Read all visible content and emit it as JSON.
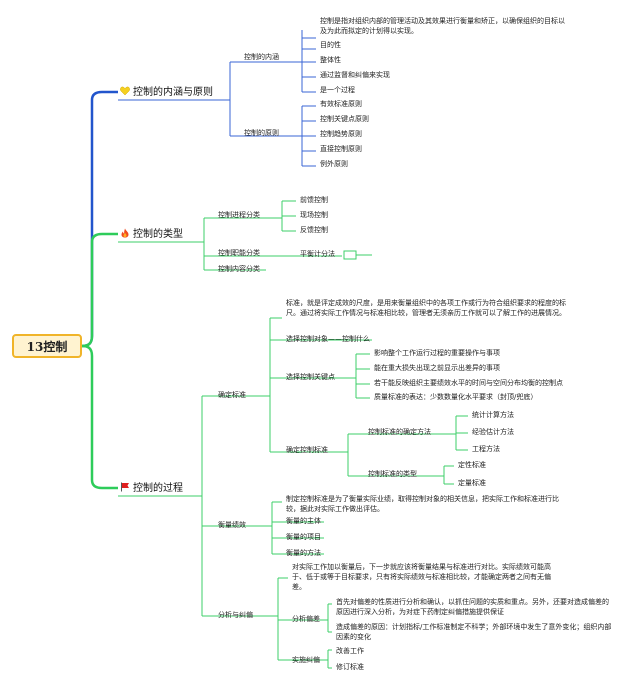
{
  "root": "13控制",
  "branches": [
    {
      "title": "控制的内涵与原则",
      "icon": "yellow-heart-icon",
      "color": "#2255cc",
      "children": [
        {
          "label": "控制的内涵",
          "items": [
            "控制是指对组织内部的管理活动及其效果进行衡量和矫正，以确保组织的目标以及为此而拟定的计划得以实现。",
            "目的性",
            "整体性",
            "通过监督和纠偏来实现",
            "是一个过程"
          ]
        },
        {
          "label": "控制的原则",
          "items": [
            "有效标准原则",
            "控制关键点原则",
            "控制趋势原则",
            "直接控制原则",
            "例外原则"
          ]
        }
      ]
    },
    {
      "title": "控制的类型",
      "icon": "fire-icon",
      "color": "#2ecc5a",
      "children": [
        {
          "label": "控制进程分类",
          "items": [
            "前馈控制",
            "现场控制",
            "反馈控制"
          ]
        },
        {
          "label": "控制职能分类",
          "items": [
            "平衡计分法"
          ]
        },
        {
          "label": "控制内容分类",
          "items": []
        }
      ]
    },
    {
      "title": "控制的过程",
      "icon": "red-flag-icon",
      "color": "#2ecc5a",
      "children": [
        {
          "label": "确定标准",
          "items": [
            {
              "text": "标准，就是评定成效的尺度，是用来衡量组织中的各项工作或行为符合组织要求的程度的标尺。通过将实际工作情况与标准相比较，管理者无须亲历工作就可以了解工作的进展情况。"
            },
            {
              "text": "选择控制对象——控制什么"
            },
            {
              "text": "选择控制关键点",
              "items": [
                "影响整个工作运行过程的重要操作与事项",
                "能在重大损失出现之前显示出差异的事项",
                "若干能反映组织主要绩效水平的时间与空间分布均衡的控制点",
                "质量标准的表达：少数数量化水平要求（封顶/兜底）"
              ]
            },
            {
              "text": "确定控制标准",
              "groups": [
                {
                  "label": "控制标准的确定方法",
                  "items": [
                    "统计计算方法",
                    "经验估计方法",
                    "工程方法"
                  ]
                },
                {
                  "label": "控制标准的类型",
                  "items": [
                    "定性标准",
                    "定量标准"
                  ]
                }
              ]
            }
          ]
        },
        {
          "label": "衡量绩效",
          "items": [
            "制定控制标准是为了衡量实际业绩，取得控制对象的相关信息，把实际工作和标准进行比较，据此对实际工作做出评估。",
            "衡量的主体",
            "衡量的项目",
            "衡量的方法"
          ]
        },
        {
          "label": "分析与纠偏",
          "intro": "对实际工作加以衡量后，下一步就应该将衡量结果与标准进行对比。实际绩效可能高于、低于或等于目标要求，只有将实际绩效与标准相比较，才能确定两者之间有无偏差。",
          "subs": [
            {
              "label": "分析偏差",
              "items": [
                "首先对偏差的性质进行分析和确认，以抓住问题的实质和重点。另外，还要对造成偏差的原因进行深入分析，为对症下药制定纠偏措施提供保证",
                "造成偏差的原因：计划指标/工作标准制定不科学；外部环境中发生了意外变化；组织内部因素的变化"
              ]
            },
            {
              "label": "实施纠偏",
              "items": [
                "改善工作",
                "修订标准"
              ]
            }
          ]
        }
      ]
    }
  ]
}
